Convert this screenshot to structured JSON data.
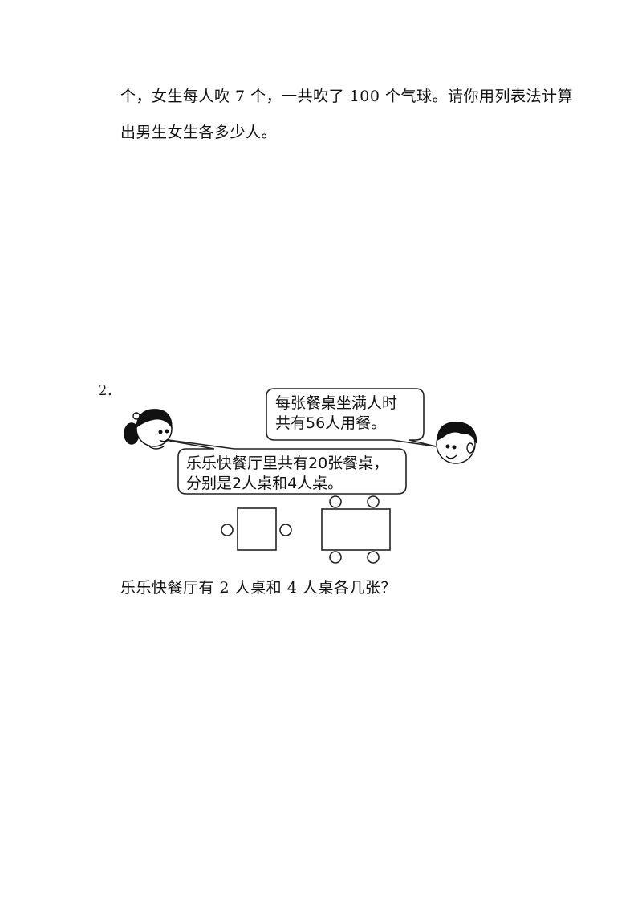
{
  "problem1": {
    "line1": "个，女生每人吹 7 个，一共吹了 100 个气球。请你用列表法计算",
    "line2": "出男生女生各多少人。"
  },
  "problem2": {
    "number": "2.",
    "boy_bubble": [
      "每张餐桌坐满人时",
      "共有56人用餐。"
    ],
    "girl_bubble": [
      "乐乐快餐厅里共有20张餐桌，",
      "分别是2人桌和4人桌。"
    ],
    "question": "乐乐快餐厅有 2 人桌和 4 人桌各几张？"
  }
}
